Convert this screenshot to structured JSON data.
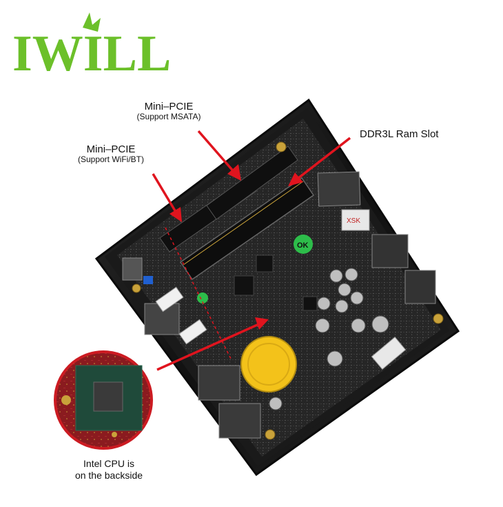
{
  "brand": {
    "logo_text": "IWILL",
    "logo_color": "#6cc02a"
  },
  "callouts": {
    "mini_pcie_msata": {
      "title": "Mini–PCIE",
      "subtitle": "(Support MSATA)"
    },
    "mini_pcie_wifi": {
      "title": "Mini–PCIE",
      "subtitle": "(Support WiFi/BT)"
    },
    "ddr3l": {
      "title": "DDR3L Ram Slot"
    },
    "cpu": {
      "line1": "Intel CPU is",
      "line2": "on the backside"
    }
  },
  "board_markings": {
    "sticker_ok": "OK",
    "sticker_xsk": "XSK"
  },
  "colors": {
    "arrow": "#e0141e",
    "chassis": "#1c1c1c",
    "pcb": "#2a2a2a",
    "gold": "#c9a23a",
    "battery": "#f3c21a"
  }
}
